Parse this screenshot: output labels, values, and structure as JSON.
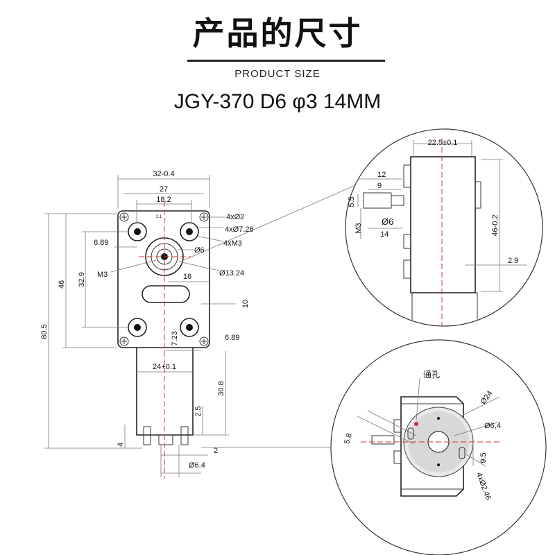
{
  "header": {
    "title": "产品的尺寸",
    "subtitle": "PRODUCT SIZE",
    "model": "JGY-370 D6 φ3 14MM"
  },
  "front_view": {
    "dims": {
      "width_top": "32-0.4",
      "width_mid": "27",
      "width_inner": "18.2",
      "small_21": "2.1",
      "holes_2": "4xØ2",
      "holes_726": "4xØ7.26",
      "holes_m3": "4xM3",
      "d689_left": "6.89",
      "d6": "Ø6",
      "m3": "M3",
      "d329": "32.9",
      "d46": "46",
      "d1324": "Ø13.24",
      "d16": "16",
      "d10": "10",
      "d723": "7.23",
      "d689_right": "6.89",
      "d805": "80.5",
      "d24": "24+0.1",
      "d308": "30.8",
      "d25": "2.5",
      "d4": "4",
      "d2": "2",
      "d64": "Ø6.4"
    }
  },
  "side_detail": {
    "dims": {
      "d225": "22.5±0.1",
      "d12": "12",
      "d9": "9",
      "d55": "5.5",
      "m3": "M3",
      "d6": "Ø6",
      "d14": "14",
      "d46": "46-0.2",
      "d29": "2.9"
    }
  },
  "motor_end_detail": {
    "dims": {
      "through_hole": "通孔",
      "d24": "Ø24",
      "d64": "Ø6,4",
      "d58": "5.8",
      "d95": "9.5",
      "holes": "4xØ2.46"
    }
  }
}
